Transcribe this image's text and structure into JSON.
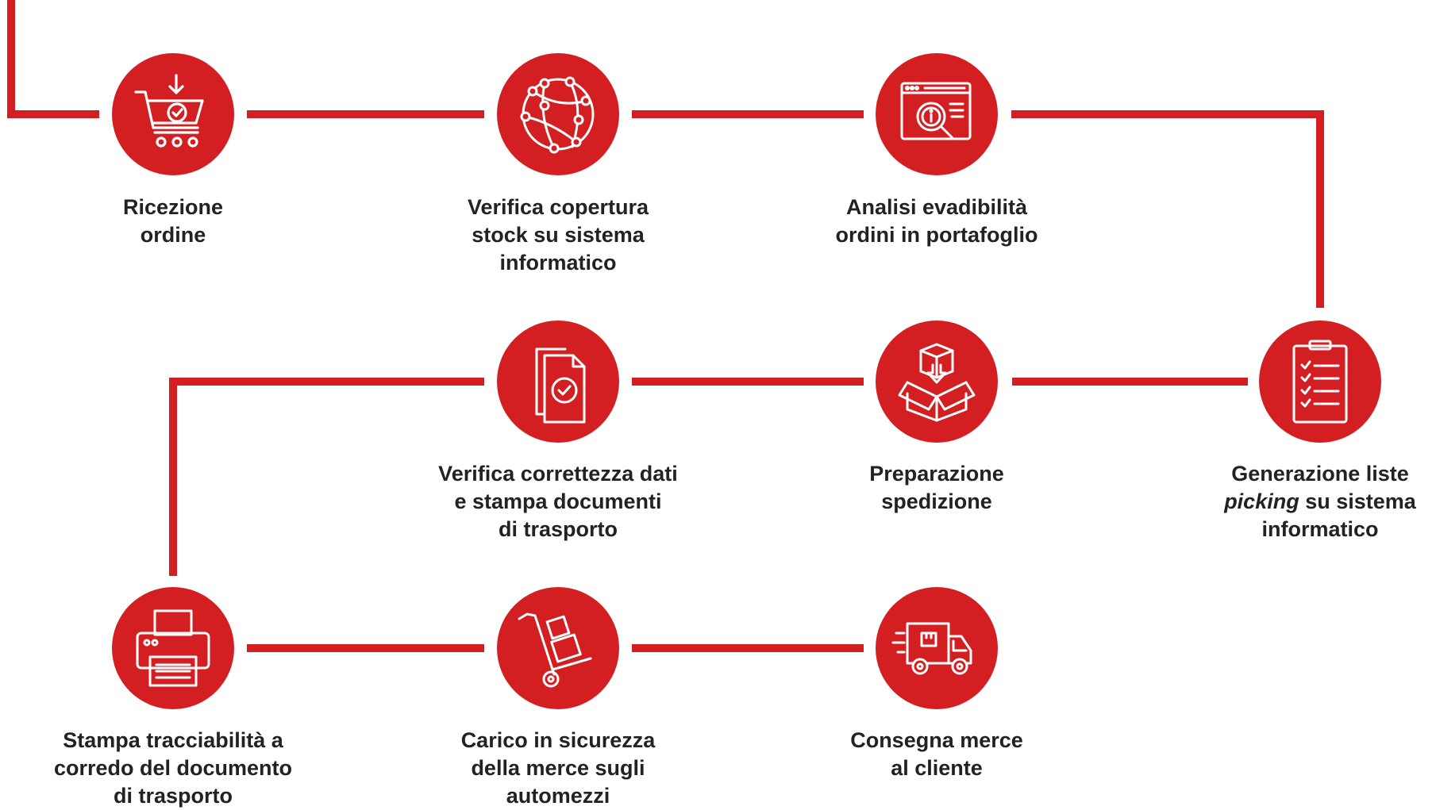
{
  "colors": {
    "accent": "#d41f22",
    "text": "#222222"
  },
  "steps": [
    {
      "icon": "cart-check-icon",
      "label": [
        "Ricezione",
        "ordine"
      ]
    },
    {
      "icon": "globe-network-icon",
      "label": [
        "Verifica copertura",
        "stock su sistema",
        "informatico"
      ]
    },
    {
      "icon": "browser-search-icon",
      "label": [
        "Analisi evadibilità",
        "ordini in portafoglio"
      ]
    },
    {
      "icon": "clipboard-checklist-icon",
      "label_pre": "Generazione liste",
      "label_em": "picking",
      "label_post": "su sistema",
      "label_last": "informatico"
    },
    {
      "icon": "box-download-icon",
      "label": [
        "Preparazione",
        "spedizione"
      ]
    },
    {
      "icon": "document-check-icon",
      "label": [
        "Verifica correttezza dati",
        "e stampa documenti",
        "di trasporto"
      ]
    },
    {
      "icon": "printer-icon",
      "label": [
        "Stampa tracciabilità a",
        "corredo del documento",
        "di trasporto"
      ]
    },
    {
      "icon": "hand-truck-icon",
      "label": [
        "Carico in sicurezza",
        "della merce sugli",
        "automezzi"
      ]
    },
    {
      "icon": "delivery-truck-icon",
      "label": [
        "Consegna merce",
        "al cliente"
      ]
    }
  ]
}
